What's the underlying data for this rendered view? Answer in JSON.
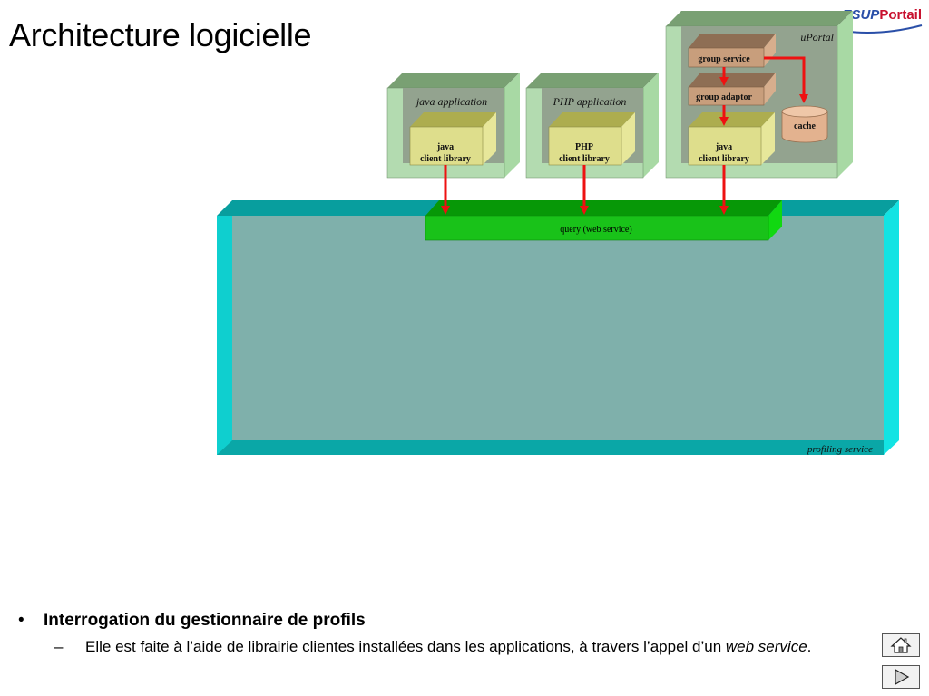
{
  "slide": {
    "title": "Architecture logicielle"
  },
  "logo": {
    "prefix": "ESUP",
    "main": "Portail"
  },
  "diagram": {
    "containers": {
      "java_app": "java application",
      "php_app": "PHP application",
      "uportal": "uPortal",
      "profiling": "profiling service"
    },
    "boxes": {
      "java_lib_1": [
        "java",
        "client library"
      ],
      "php_lib": [
        "PHP",
        "client library"
      ],
      "java_lib_2": [
        "java",
        "client library"
      ],
      "group_service": "group service",
      "group_adaptor": "group adaptor",
      "cache": "cache",
      "query": "query (web service)"
    },
    "colors": {
      "app_container": "#b3dbb0",
      "lib_box": "#dede8c",
      "uportal_component": "#c89e7c",
      "cache": "#e3b28f",
      "query_bar": "#19c219",
      "profiling_container": "#7fb0ab",
      "profiling_frame": "#10d6d6",
      "arrow": "#ee1111"
    }
  },
  "bullets": {
    "main": "Interrogation du gestionnaire de profils",
    "sub_text": "Elle est faite à l’aide de librairie clientes installées dans les applications, à travers l’appel d’un ",
    "sub_italic": "web service",
    "sub_end": "."
  },
  "nav": {
    "home_icon": "home-icon",
    "next_icon": "play-next-icon"
  }
}
